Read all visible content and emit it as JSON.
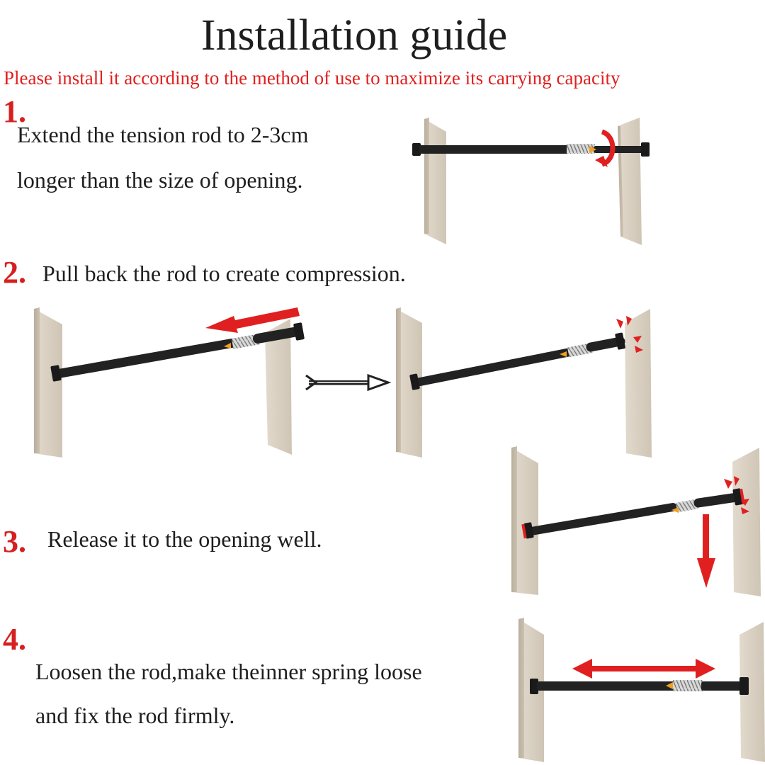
{
  "title": "Installation guide",
  "subtitle": "Please install it according to the method of use to maximize its carrying capacity",
  "steps": [
    {
      "number": "1.",
      "lines": [
        "Extend the tension rod to 2-3cm",
        "longer than the size of opening."
      ]
    },
    {
      "number": "2.",
      "lines": [
        "Pull back the rod to create compression."
      ]
    },
    {
      "number": "3.",
      "lines": [
        "Release it to the opening well."
      ]
    },
    {
      "number": "4.",
      "lines": [
        "Loosen the rod,make theinner spring loose",
        "and fix the rod firmly."
      ]
    }
  ],
  "colors": {
    "accent": "#e02020",
    "rod": "#1a1a1a",
    "wall": "#d9d0c2",
    "wall_edge": "#c2b8a8",
    "spring": "#999999",
    "marker": "#f0a020"
  },
  "icons": [
    "rotate-arrow-icon",
    "pull-left-arrow-icon",
    "next-step-arrow-icon",
    "down-arrow-icon",
    "double-arrow-icon",
    "contact-burst-icon"
  ]
}
